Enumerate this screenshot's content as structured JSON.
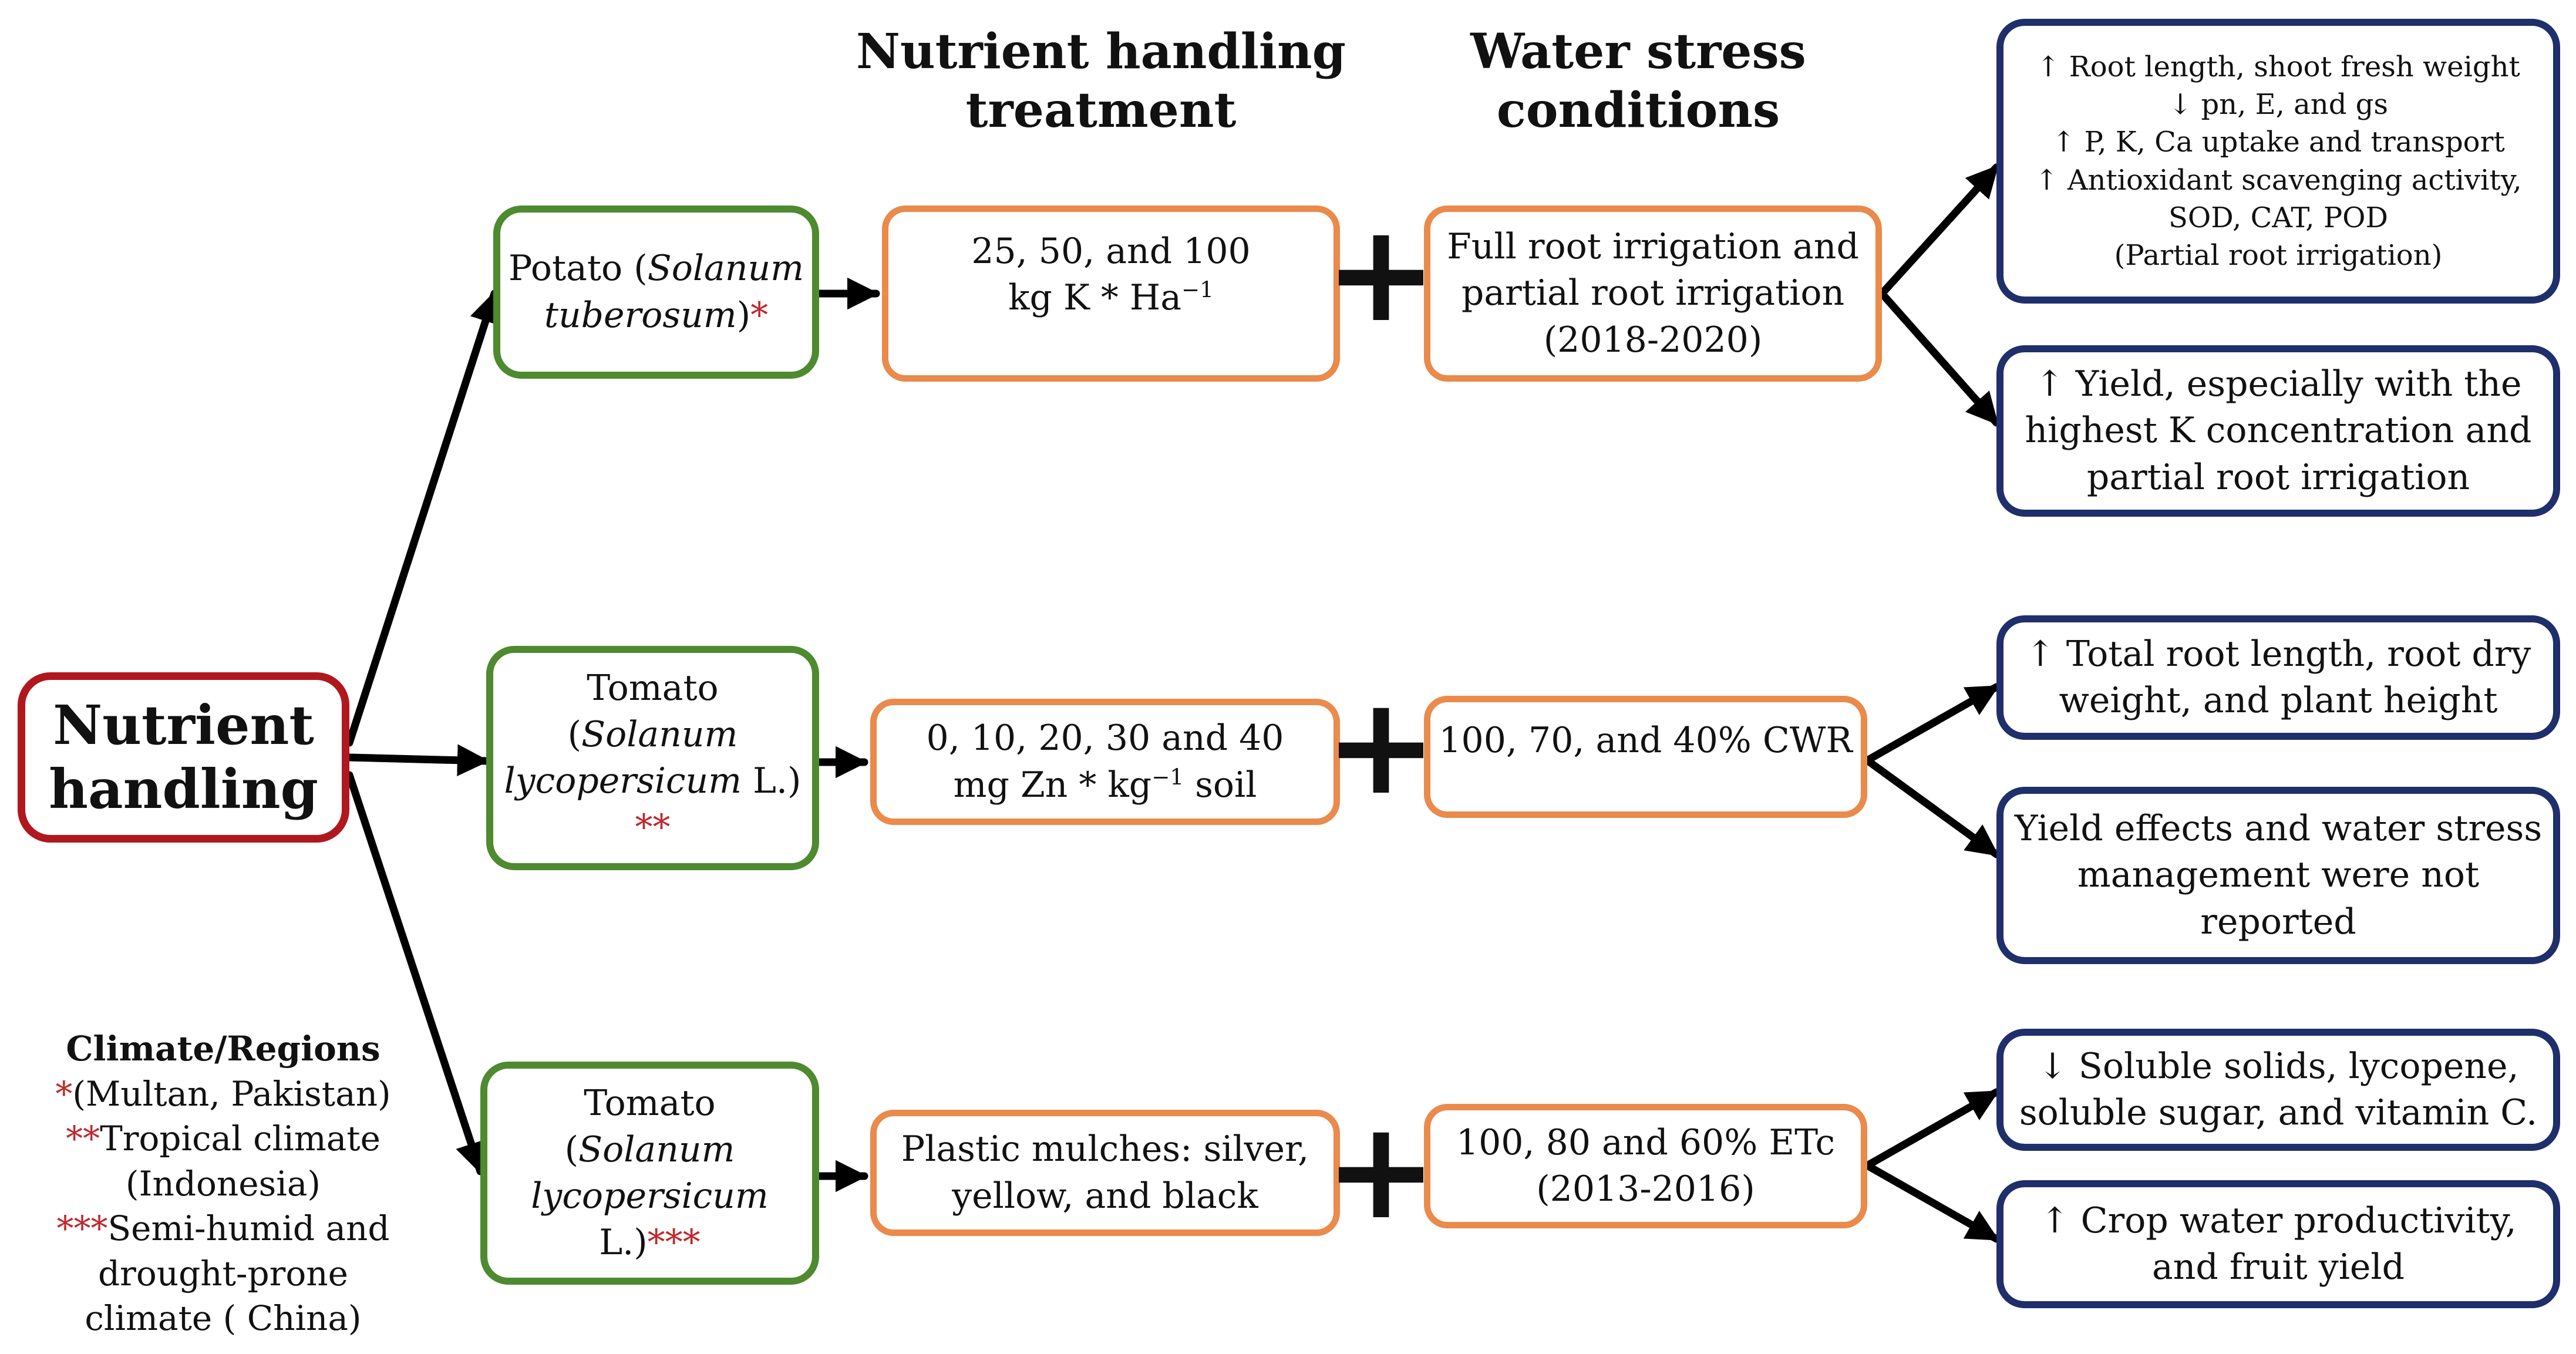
{
  "headers": {
    "treatment": [
      "Nutrient handling",
      "treatment"
    ],
    "water": [
      "Water stress",
      "conditions"
    ]
  },
  "root": {
    "lines": [
      "Nutrient",
      "handling"
    ]
  },
  "crops": [
    {
      "prefix": "Potato (",
      "sci": "Solanum tuberosum",
      "sci_line1": "Solanum",
      "sci_line2": "tuberosum",
      "suffix": ")",
      "mark": "*"
    },
    {
      "line1": "Tomato",
      "sci_line1": "Solanum",
      "sci_line2": "lycopersicum",
      "suffix": " L.)",
      "mark": "**"
    },
    {
      "line1": "Tomato",
      "sci_line1": "Solanum",
      "sci_line2": "lycopersicum",
      "suffix": "L.)",
      "mark": "***"
    }
  ],
  "treatments": [
    {
      "line1": "25, 50, and 100",
      "line2_pre": "kg K * Ha",
      "line2_sup": "−1",
      "line2_post": ""
    },
    {
      "line1": "0, 10, 20, 30 and 40",
      "line2_pre": "mg Zn * kg",
      "line2_sup": "−1",
      "line2_post": " soil"
    },
    {
      "line1": "Plastic mulches: silver,",
      "line2": "yellow, and black"
    }
  ],
  "plus_sign": "+",
  "water": [
    [
      "Full root irrigation and",
      "partial root irrigation",
      "(2018-2020)"
    ],
    [
      "100, 70, and 40% CWR"
    ],
    [
      "100, 80 and 60% ETc",
      "(2013-2016)"
    ]
  ],
  "outcomes": [
    [
      "↑ Root length, shoot fresh weight",
      "↓ pn, E, and gs",
      "↑ P, K, Ca uptake and transport",
      "↑ Antioxidant scavenging activity,",
      "SOD, CAT, POD",
      "(Partial root irrigation)"
    ],
    [
      "↑ Yield, especially with the",
      "highest K concentration and",
      "partial root irrigation"
    ],
    [
      "↑ Total root length, root dry",
      "weight, and plant height"
    ],
    [
      "Yield effects and water stress",
      "management were  not",
      "reported"
    ],
    [
      "↓ Soluble solids, lycopene,",
      "soluble sugar, and vitamin C."
    ],
    [
      "↑ Crop water productivity,",
      "and fruit yield"
    ]
  ],
  "legend": {
    "title": "Climate/Regions",
    "items": [
      {
        "mark": "*",
        "lines": [
          "(Multan, Pakistan)"
        ]
      },
      {
        "mark": "**",
        "lines": [
          "Tropical climate",
          "(Indonesia)"
        ]
      },
      {
        "mark": "***",
        "lines": [
          "Semi-humid and",
          "drought-prone",
          "climate ( China)"
        ]
      }
    ]
  },
  "colors": {
    "root_border": "#b0181e",
    "crop_border": "#4e8a2f",
    "treatment_border": "#ea8a4b",
    "outcome_border": "#1f2f6b",
    "asterisk": "#c0282d",
    "arrow": "#000000"
  }
}
